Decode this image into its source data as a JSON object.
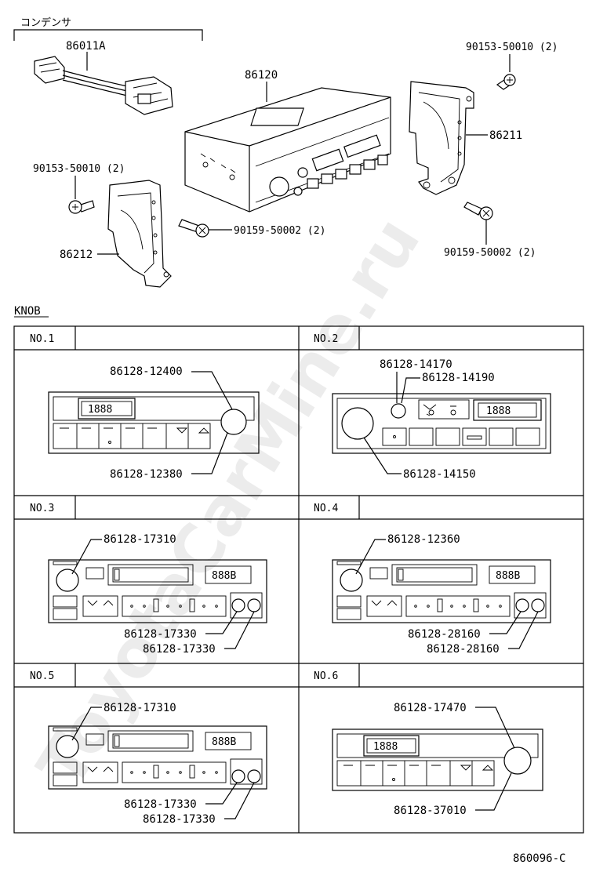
{
  "header": {
    "condenser_label": "コンデンサ",
    "part_condenser": "86011A"
  },
  "parts": {
    "radio": "86120",
    "bracket_right": "86211",
    "bracket_left": "86212",
    "screw_tr": "90153-50010 (2)",
    "screw_tl": "90153-50010 (2)",
    "bolt_center": "90159-50002 (2)",
    "bolt_right": "90159-50002 (2)"
  },
  "knob": {
    "title": "KNOB",
    "cells": [
      {
        "no": "NO.1",
        "labels": [
          "86128-12400",
          "86128-12380"
        ],
        "display": "1888"
      },
      {
        "no": "NO.2",
        "labels": [
          "86128-14170",
          "86128-14190",
          "86128-14150"
        ],
        "display": "1888"
      },
      {
        "no": "NO.3",
        "labels": [
          "86128-17310",
          "86128-17330",
          "86128-17330"
        ],
        "display": "888B"
      },
      {
        "no": "NO.4",
        "labels": [
          "86128-12360",
          "86128-28160",
          "86128-28160"
        ],
        "display": "888B"
      },
      {
        "no": "NO.5",
        "labels": [
          "86128-17310",
          "86128-17330",
          "86128-17330"
        ],
        "display": "888B"
      },
      {
        "no": "NO.6",
        "labels": [
          "86128-17470",
          "86128-37010"
        ],
        "display": "1888"
      }
    ]
  },
  "footer": {
    "code": "860096-C"
  },
  "watermark": "ToyotaCarMine.ru"
}
